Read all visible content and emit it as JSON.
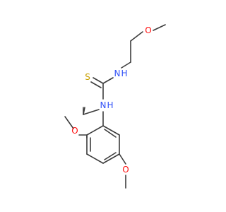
{
  "molecule": {
    "atoms": {
      "o_top": {
        "symbol": "O",
        "color": "#ff0d0d"
      },
      "n_right": {
        "symbol": "N",
        "subscript": "H",
        "color": "#3050f8"
      },
      "s_thio": {
        "symbol": "S",
        "color": "#c8a000"
      },
      "n_left": {
        "symbol": "N",
        "subscript": "H",
        "color": "#3050f8"
      },
      "o_ring_upper": {
        "symbol": "O",
        "color": "#ff0d0d"
      },
      "o_ring_lower": {
        "symbol": "O",
        "color": "#ff0d0d"
      }
    },
    "bond_color": "#3c3c3c"
  }
}
